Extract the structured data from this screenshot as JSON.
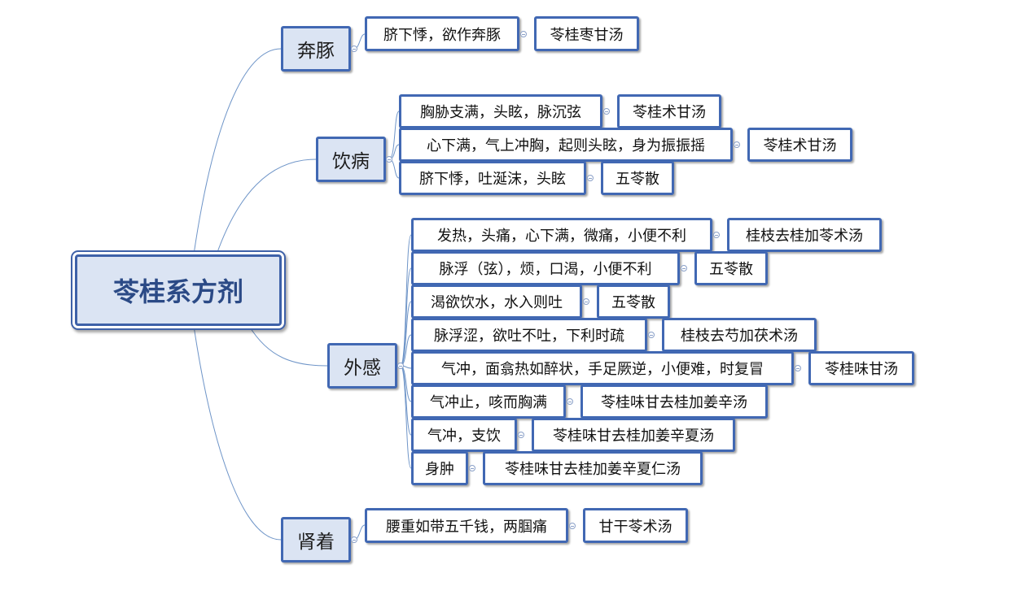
{
  "colors": {
    "border": "#4168b3",
    "branch_fill": "#dbe4f3",
    "root_text": "#2b4a86",
    "link": "#6f95c8"
  },
  "root": {
    "label": "苓桂系方剂"
  },
  "branches": [
    {
      "label": "奔豚",
      "items": [
        {
          "symptom": "脐下悸，欲作奔豚",
          "formula": "苓桂枣甘汤"
        }
      ]
    },
    {
      "label": "饮病",
      "items": [
        {
          "symptom": "胸胁支满，头眩，脉沉弦",
          "formula": "苓桂术甘汤"
        },
        {
          "symptom": "心下满，气上冲胸，起则头眩，身为振振摇",
          "formula": "苓桂术甘汤"
        },
        {
          "symptom": "脐下悸，吐涎沫，头眩",
          "formula": "五苓散"
        }
      ]
    },
    {
      "label": "外感",
      "items": [
        {
          "symptom": "发热，头痛，心下满，微痛，小便不利",
          "formula": "桂枝去桂加苓术汤"
        },
        {
          "symptom": "脉浮（弦），烦，口渴，小便不利",
          "formula": "五苓散"
        },
        {
          "symptom": "渴欲饮水，水入则吐",
          "formula": "五苓散"
        },
        {
          "symptom": "脉浮涩，欲吐不吐，下利时疏",
          "formula": "桂枝去芍加茯术汤"
        },
        {
          "symptom": "气冲，面翕热如醉状，手足厥逆，小便难，时复冒",
          "formula": "苓桂味甘汤"
        },
        {
          "symptom": "气冲止，咳而胸满",
          "formula": "苓桂味甘去桂加姜辛汤"
        },
        {
          "symptom": "气冲，支饮",
          "formula": "苓桂味甘去桂加姜辛夏汤"
        },
        {
          "symptom": "身肿",
          "formula": "苓桂味甘去桂加姜辛夏仁汤"
        }
      ]
    },
    {
      "label": "肾着",
      "items": [
        {
          "symptom": "腰重如带五千钱，两腘痛",
          "formula": "甘干苓术汤"
        }
      ]
    }
  ]
}
